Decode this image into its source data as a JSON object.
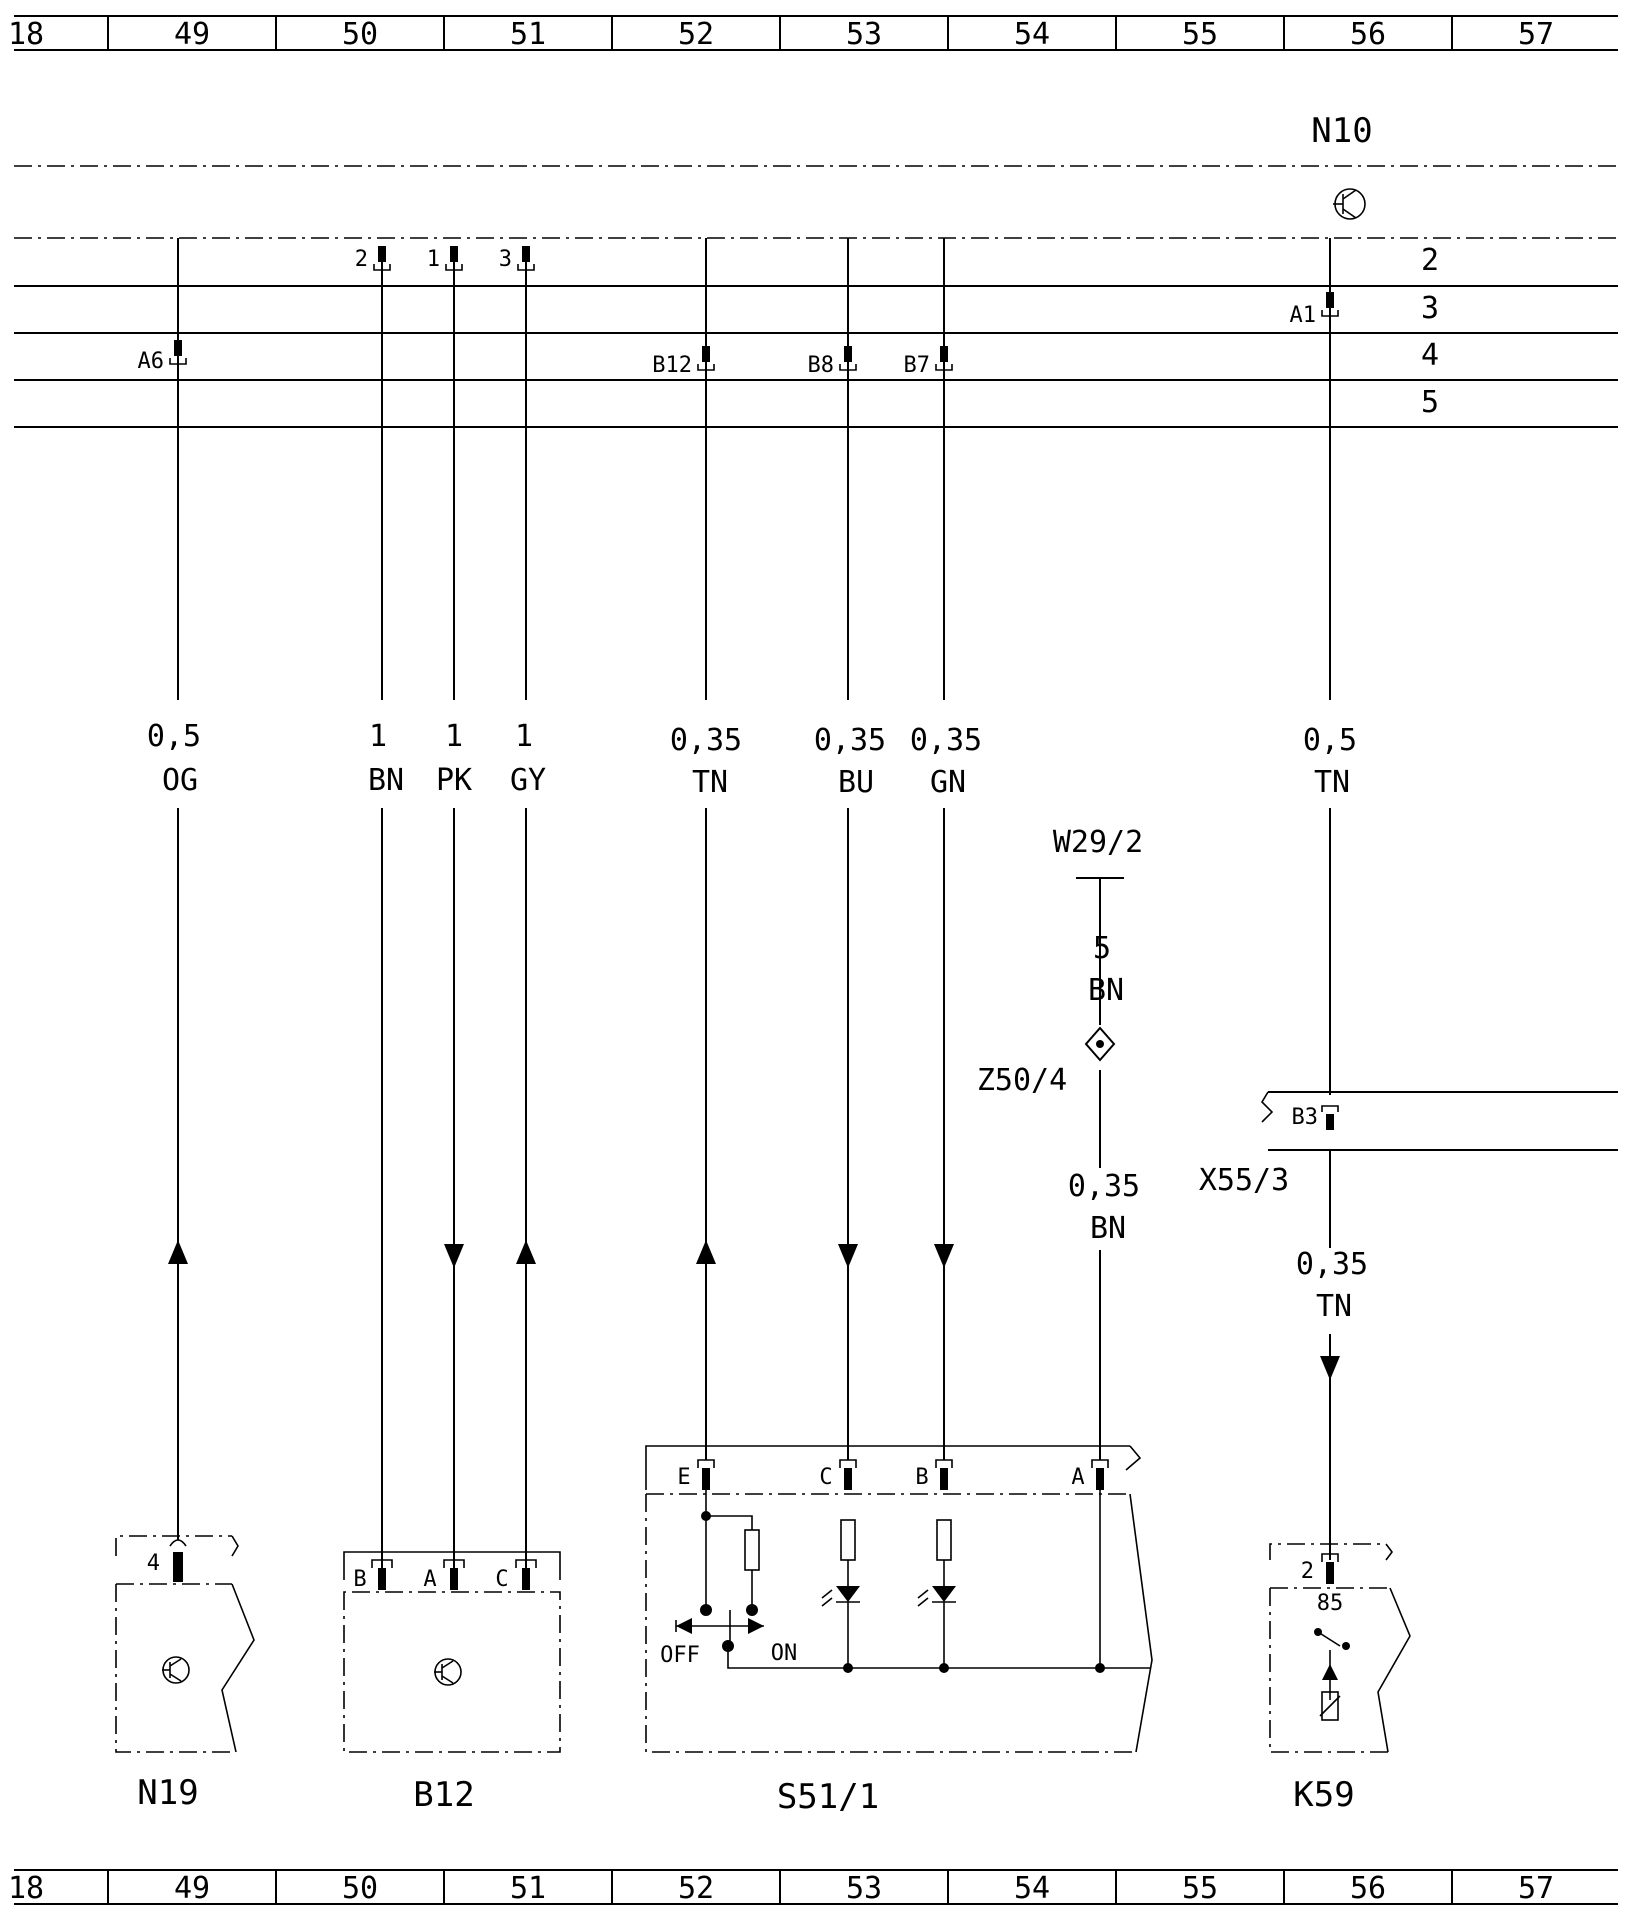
{
  "grid": {
    "top": [
      "18",
      "49",
      "50",
      "51",
      "52",
      "53",
      "54",
      "55",
      "56",
      "57"
    ],
    "bottom": [
      "18",
      "49",
      "50",
      "51",
      "52",
      "53",
      "54",
      "55",
      "56",
      "57"
    ]
  },
  "bus": {
    "lines": [
      "2",
      "3",
      "4",
      "5"
    ]
  },
  "components": {
    "n10": "N10",
    "n19": "N19",
    "b12": "B12",
    "s51": "S51/1",
    "k59": "K59",
    "w29": "W29/2",
    "z50": "Z50/4",
    "x55": "X55/3"
  },
  "wires": [
    {
      "gauge": "0,5",
      "color": "OG"
    },
    {
      "gauge": "1",
      "color": "BN"
    },
    {
      "gauge": "1",
      "color": "PK"
    },
    {
      "gauge": "1",
      "color": "GY"
    },
    {
      "gauge": "0,35",
      "color": "TN"
    },
    {
      "gauge": "0,35",
      "color": "BU"
    },
    {
      "gauge": "0,35",
      "color": "GN"
    },
    {
      "gauge": "0,5",
      "color": "TN"
    }
  ],
  "ground_wire": {
    "gauge": "5",
    "color": "BN"
  },
  "splice_wire": {
    "gauge": "0,35",
    "color": "BN"
  },
  "k59_wire": {
    "gauge": "0,35",
    "color": "TN"
  },
  "pins": {
    "a6": "A6",
    "a1": "A1",
    "b12": "B12",
    "b8": "B8",
    "b7": "B7",
    "p2": "2",
    "p1": "1",
    "p3": "3",
    "b3": "B3",
    "n19_4": "4",
    "b12_b": "B",
    "b12_a": "A",
    "b12_c": "C",
    "s_e": "E",
    "s_c": "C",
    "s_b": "B",
    "s_a": "A",
    "k59_2": "2",
    "k59_85": "85"
  },
  "switch": {
    "off": "OFF",
    "on": "ON"
  }
}
